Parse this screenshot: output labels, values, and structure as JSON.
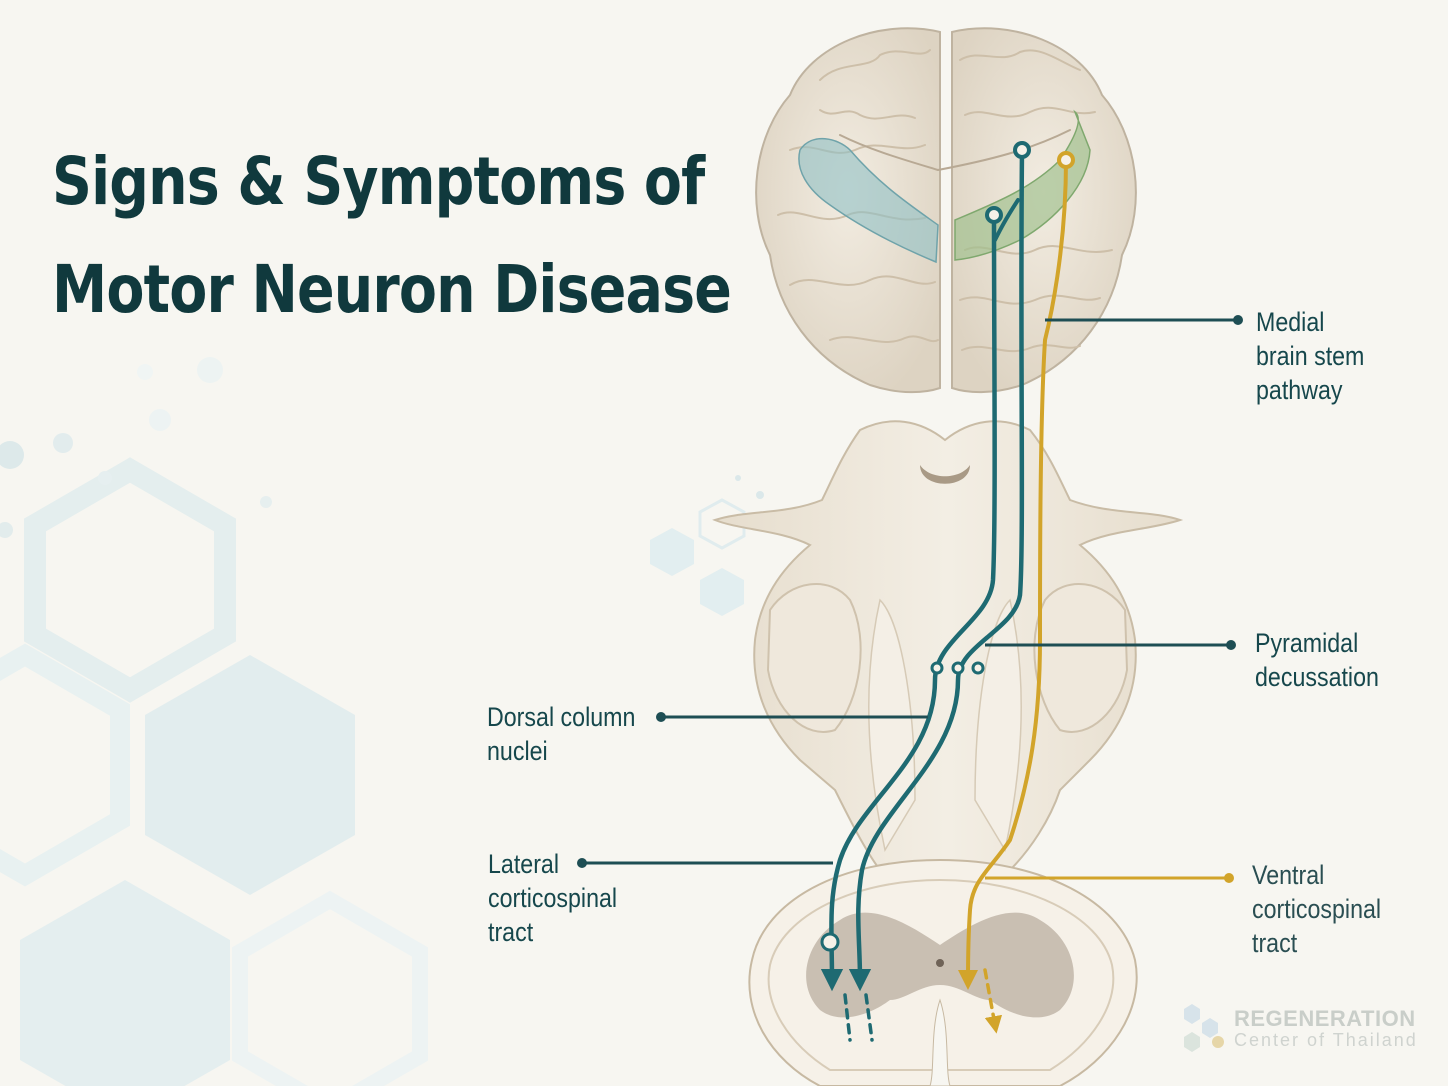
{
  "title": {
    "line1": "Signs & Symptoms of",
    "line2": "Motor Neuron Disease"
  },
  "labels": {
    "medial": [
      "Medial",
      "brain stem",
      "pathway"
    ],
    "pyramidal": [
      "Pyramidal",
      "decussation"
    ],
    "dorsal": [
      "Dorsal column",
      "nuclei"
    ],
    "lateral": [
      "Lateral",
      "corticospinal",
      "tract"
    ],
    "ventral": [
      "Ventral",
      "corticospinal",
      "tract"
    ]
  },
  "logo": {
    "name": "REGENERATION",
    "subtitle": "Center of Thailand"
  },
  "colors": {
    "title": "#10393d",
    "teal_tract": "#1e6a72",
    "gold_tract": "#d2a42a",
    "motor_cortex_blue": "#8fbfc4",
    "motor_cortex_green": "#9cbf8a",
    "hexagon_light": "#e3eeee"
  }
}
